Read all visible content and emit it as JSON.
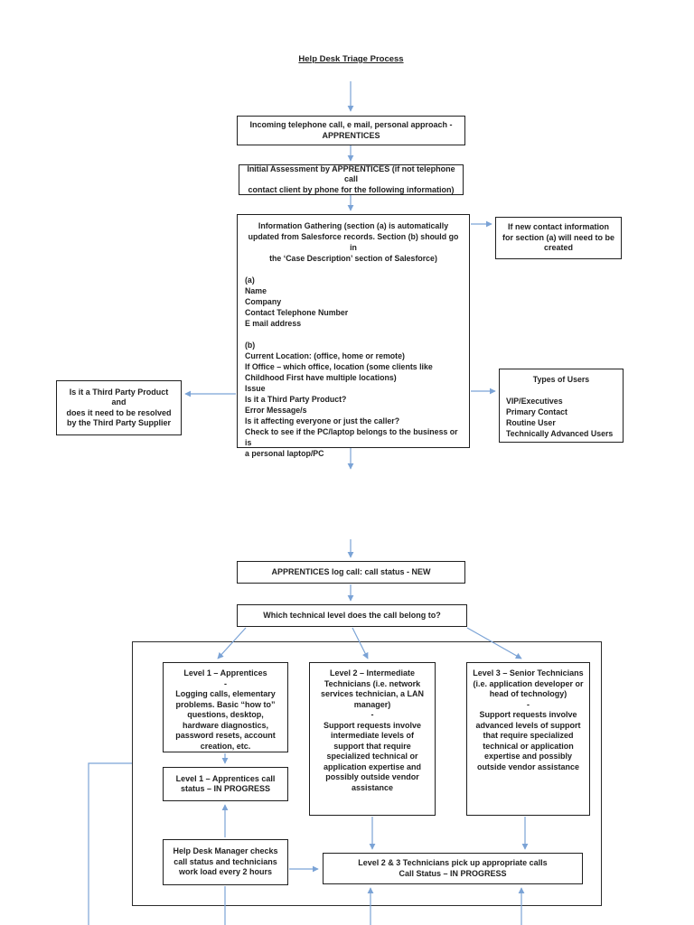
{
  "page": {
    "title": "Help Desk Triage Process"
  },
  "colors": {
    "connector": "#7ba3d6",
    "border": "#1f1f1f",
    "text": "#1f1f1f"
  },
  "nodes": {
    "incoming": {
      "lines": [
        "Incoming telephone call, e mail, personal approach -",
        "APPRENTICES"
      ]
    },
    "initial": {
      "lines": [
        "Initial Assessment by APPRENTICES (if not telephone call",
        "contact client by phone for the following information)"
      ]
    },
    "info": {
      "header_lines": [
        "Information Gathering (section (a) is automatically",
        "updated from Salesforce records. Section (b) should go in",
        "the ‘Case Description’ section of Salesforce)"
      ],
      "section_a": [
        "(a)",
        "Name",
        "Company",
        "Contact Telephone Number",
        "E mail address"
      ],
      "section_b": [
        "(b)",
        "Current Location: (office, home or remote)",
        "If Office – which office, location (some clients like",
        "Childhood First have multiple locations)",
        "Issue",
        "Is it a Third Party Product?",
        "Error Message/s",
        "Is it affecting everyone or just the caller?",
        "Check to see if the PC/laptop belongs to the business or is",
        "a personal laptop/PC"
      ]
    },
    "new_contact": {
      "lines": [
        "If new contact information",
        "for section (a) will need to be",
        "created"
      ]
    },
    "users": {
      "title": "Types of Users",
      "items": [
        "VIP/Executives",
        "Primary Contact",
        "Routine User",
        "Technically Advanced Users"
      ]
    },
    "third_party": {
      "lines": [
        "Is it a Third Party Product and",
        "does it need to be resolved",
        "by the Third Party Supplier"
      ]
    },
    "log_call": {
      "text": "APPRENTICES log call: call status - NEW"
    },
    "question": {
      "text": "Which technical level does the call belong to?"
    },
    "level1": {
      "title": "Level 1 – Apprentices",
      "separator": "-",
      "body": "Logging calls, elementary problems. Basic “how to” questions, desktop, hardware diagnostics, password resets, account creation, etc."
    },
    "level2": {
      "title": "Level 2 – Intermediate Technicians (i.e. network services technician, a LAN manager)",
      "separator": "-",
      "body": "Support requests involve intermediate levels of support that require specialized technical or application expertise and possibly outside vendor assistance"
    },
    "level3": {
      "title": "Level 3 – Senior Technicians (i.e. application developer or head of technology)",
      "separator": "-",
      "body": "Support requests involve advanced levels of support that require specialized technical or application expertise and possibly outside vendor assistance"
    },
    "level1_status": {
      "lines": [
        "Level 1 – Apprentices call",
        "status – IN PROGRESS"
      ]
    },
    "manager": {
      "lines": [
        "Help Desk Manager checks",
        "call status and technicians",
        "work load every 2 hours"
      ]
    },
    "pickup": {
      "lines": [
        "Level 2 & 3 Technicians pick up appropriate calls",
        "Call Status – IN PROGRESS"
      ]
    }
  }
}
